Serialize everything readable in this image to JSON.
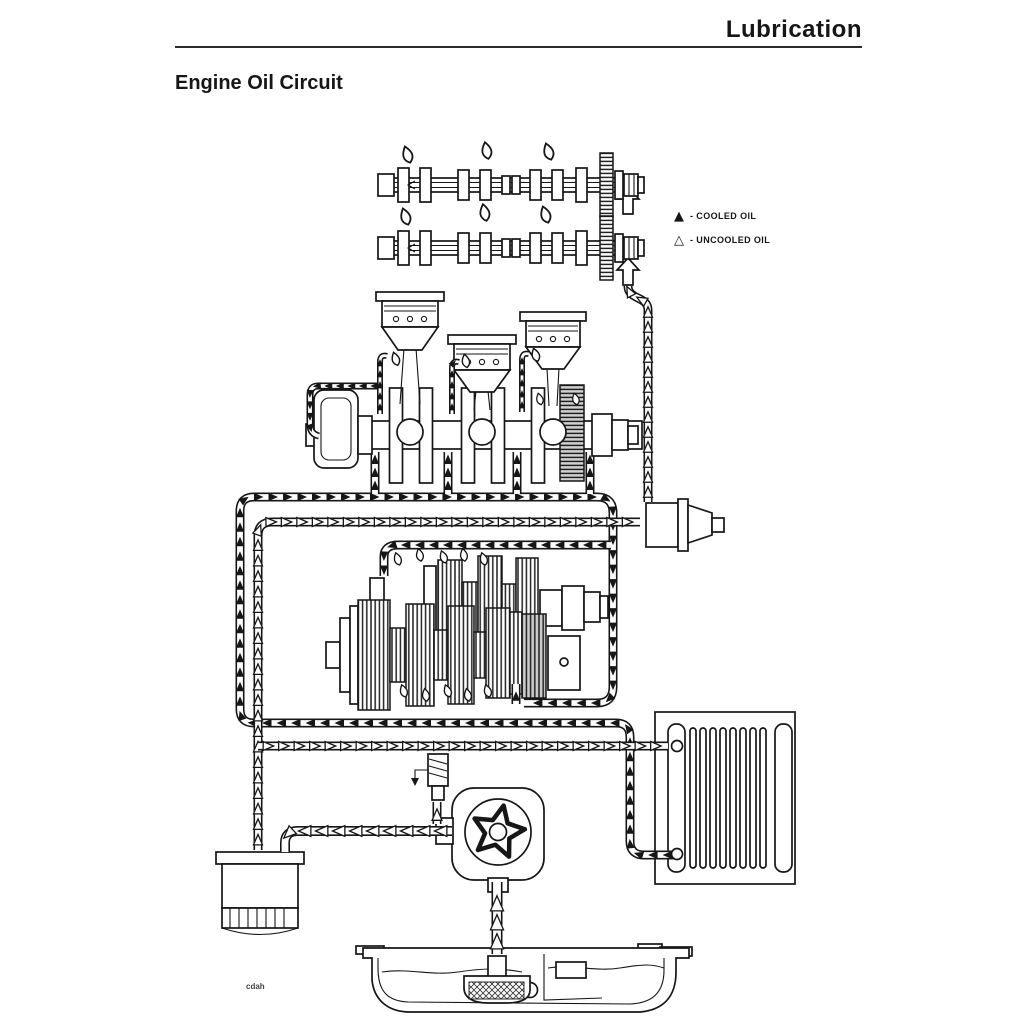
{
  "page": {
    "header_title": "Lubrication",
    "section_title": "Engine Oil Circuit",
    "figure_code": "cdah"
  },
  "legend": {
    "items": [
      {
        "icon": "cooled-oil-icon",
        "glyph": "▲",
        "label": "- COOLED OIL",
        "flow": "cooled"
      },
      {
        "icon": "uncooled-oil-icon",
        "glyph": "△",
        "label": "- UNCOOLED OIL",
        "flow": "uncooled"
      }
    ]
  },
  "colors": {
    "ink": "#161616",
    "paper": "#ffffff"
  }
}
